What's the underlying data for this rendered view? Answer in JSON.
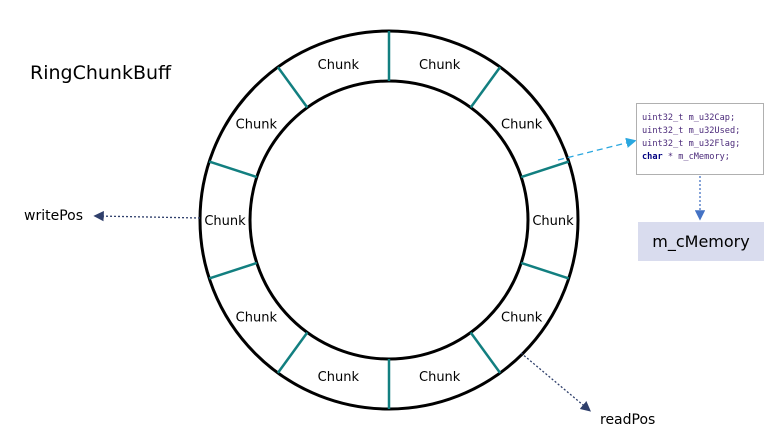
{
  "title": "RingChunkBuff",
  "ring": {
    "chunk_label": "Chunk",
    "chunk_labels": [
      "Chunk",
      "Chunk",
      "Chunk",
      "Chunk",
      "Chunk",
      "Chunk",
      "Chunk",
      "Chunk",
      "Chunk",
      "Chunk"
    ],
    "segment_count": 10,
    "colors": {
      "outline": "#000000",
      "divider": "#127f80"
    }
  },
  "pointers": {
    "write": "writePos",
    "read": "readPos"
  },
  "chunk_struct": {
    "lines": [
      "uint32_t m_u32Cap;",
      "uint32_t m_u32Used;",
      "uint32_t m_u32Flag;"
    ],
    "last_line_keyword": "char",
    "last_line_rest": " * m_cMemory;"
  },
  "memory_label": "m_cMemory",
  "colors": {
    "dashed_arrow": "#2aa7df",
    "dotted_arrow": "#4472c4",
    "pointer_arrow": "#2f3f6b",
    "memory_box": "#d9dcee"
  }
}
